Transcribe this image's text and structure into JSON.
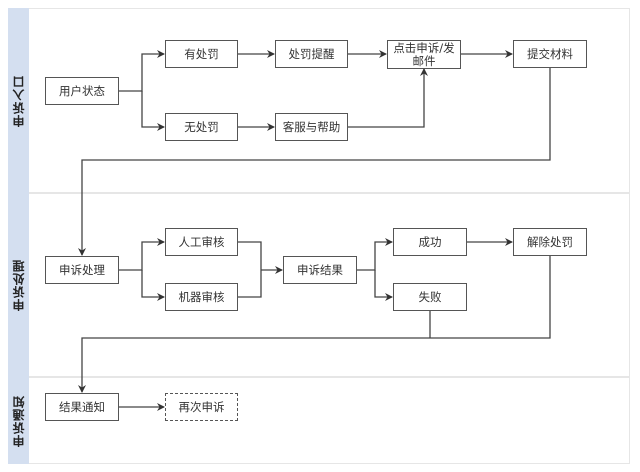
{
  "lanes": [
    {
      "id": "entry",
      "label": "申诉入口"
    },
    {
      "id": "processing",
      "label": "申诉处理"
    },
    {
      "id": "notification",
      "label": "申诉通知"
    }
  ],
  "nodes": {
    "user_status": "用户状态",
    "has_penalty": "有处罚",
    "no_penalty": "无处罚",
    "penalty_reminder": "处罚提醒",
    "customer_service": "客服与帮助",
    "click_appeal": "点击申诉/发邮件",
    "submit_materials": "提交材料",
    "appeal_processing": "申诉处理",
    "manual_review": "人工审核",
    "machine_review": "机器审核",
    "appeal_result": "申诉结果",
    "success": "成功",
    "failure": "失败",
    "lift_penalty": "解除处罚",
    "result_notification": "结果通知",
    "reappeal": "再次申诉"
  },
  "edges": [
    [
      "user_status",
      "has_penalty"
    ],
    [
      "user_status",
      "no_penalty"
    ],
    [
      "has_penalty",
      "penalty_reminder"
    ],
    [
      "penalty_reminder",
      "click_appeal"
    ],
    [
      "no_penalty",
      "customer_service"
    ],
    [
      "customer_service",
      "click_appeal"
    ],
    [
      "click_appeal",
      "submit_materials"
    ],
    [
      "submit_materials",
      "appeal_processing"
    ],
    [
      "appeal_processing",
      "manual_review"
    ],
    [
      "appeal_processing",
      "machine_review"
    ],
    [
      "manual_review",
      "appeal_result"
    ],
    [
      "machine_review",
      "appeal_result"
    ],
    [
      "appeal_result",
      "success"
    ],
    [
      "appeal_result",
      "failure"
    ],
    [
      "success",
      "lift_penalty"
    ],
    [
      "failure",
      "result_notification"
    ],
    [
      "lift_penalty",
      "result_notification"
    ],
    [
      "result_notification",
      "reappeal"
    ]
  ],
  "colors": {
    "lane_label_bg": "#d4dff0",
    "line": "#444444",
    "node_border": "#555555"
  }
}
